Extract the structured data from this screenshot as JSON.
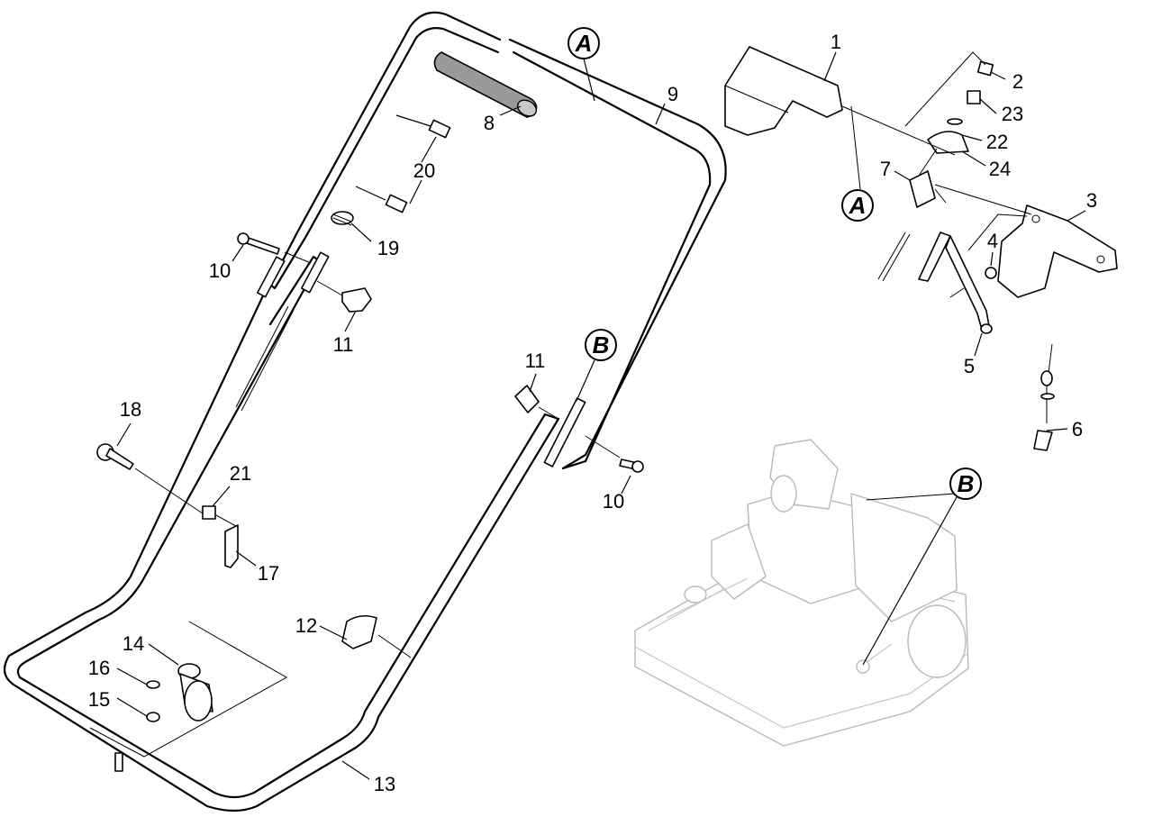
{
  "diagram": {
    "callouts": [
      {
        "id": "c1",
        "text": "1"
      },
      {
        "id": "c2",
        "text": "2"
      },
      {
        "id": "c3",
        "text": "3"
      },
      {
        "id": "c4",
        "text": "4"
      },
      {
        "id": "c5",
        "text": "5"
      },
      {
        "id": "c6",
        "text": "6"
      },
      {
        "id": "c7",
        "text": "7"
      },
      {
        "id": "c8",
        "text": "8"
      },
      {
        "id": "c9",
        "text": "9"
      },
      {
        "id": "c10a",
        "text": "10"
      },
      {
        "id": "c10b",
        "text": "10"
      },
      {
        "id": "c11a",
        "text": "11"
      },
      {
        "id": "c11b",
        "text": "11"
      },
      {
        "id": "c12",
        "text": "12"
      },
      {
        "id": "c13",
        "text": "13"
      },
      {
        "id": "c14",
        "text": "14"
      },
      {
        "id": "c15",
        "text": "15"
      },
      {
        "id": "c16",
        "text": "16"
      },
      {
        "id": "c17",
        "text": "17"
      },
      {
        "id": "c18",
        "text": "18"
      },
      {
        "id": "c19",
        "text": "19"
      },
      {
        "id": "c20",
        "text": "20"
      },
      {
        "id": "c21",
        "text": "21"
      },
      {
        "id": "c22",
        "text": "22"
      },
      {
        "id": "c23",
        "text": "23"
      },
      {
        "id": "c24",
        "text": "24"
      }
    ],
    "references": [
      {
        "id": "refA1",
        "text": "A"
      },
      {
        "id": "refA2",
        "text": "A"
      },
      {
        "id": "refB1",
        "text": "B"
      },
      {
        "id": "refB2",
        "text": "B"
      }
    ]
  }
}
